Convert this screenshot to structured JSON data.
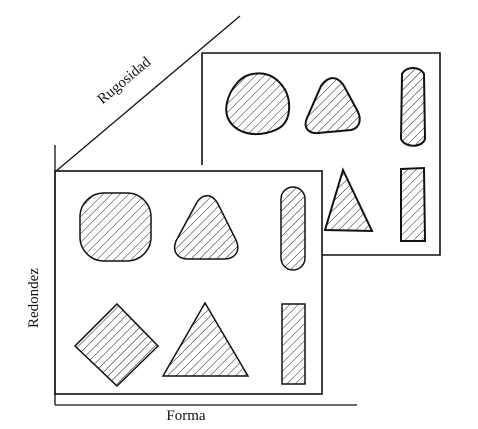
{
  "axes": {
    "x_label": "Forma",
    "y_label": "Redondez",
    "z_label": "Rugosidad"
  },
  "panels": [
    {
      "name": "back",
      "surface": "rough",
      "shapes": [
        "rounded-square",
        "rounded-triangle",
        "capsule",
        "triangle",
        "rectangle"
      ]
    },
    {
      "name": "front",
      "surface": "smooth",
      "shapes": [
        "rounded-square",
        "rounded-triangle",
        "capsule",
        "diamond",
        "triangle",
        "rectangle"
      ]
    }
  ],
  "colors": {
    "stroke": "#111111",
    "hatch": "#222222",
    "background": "#ffffff"
  }
}
